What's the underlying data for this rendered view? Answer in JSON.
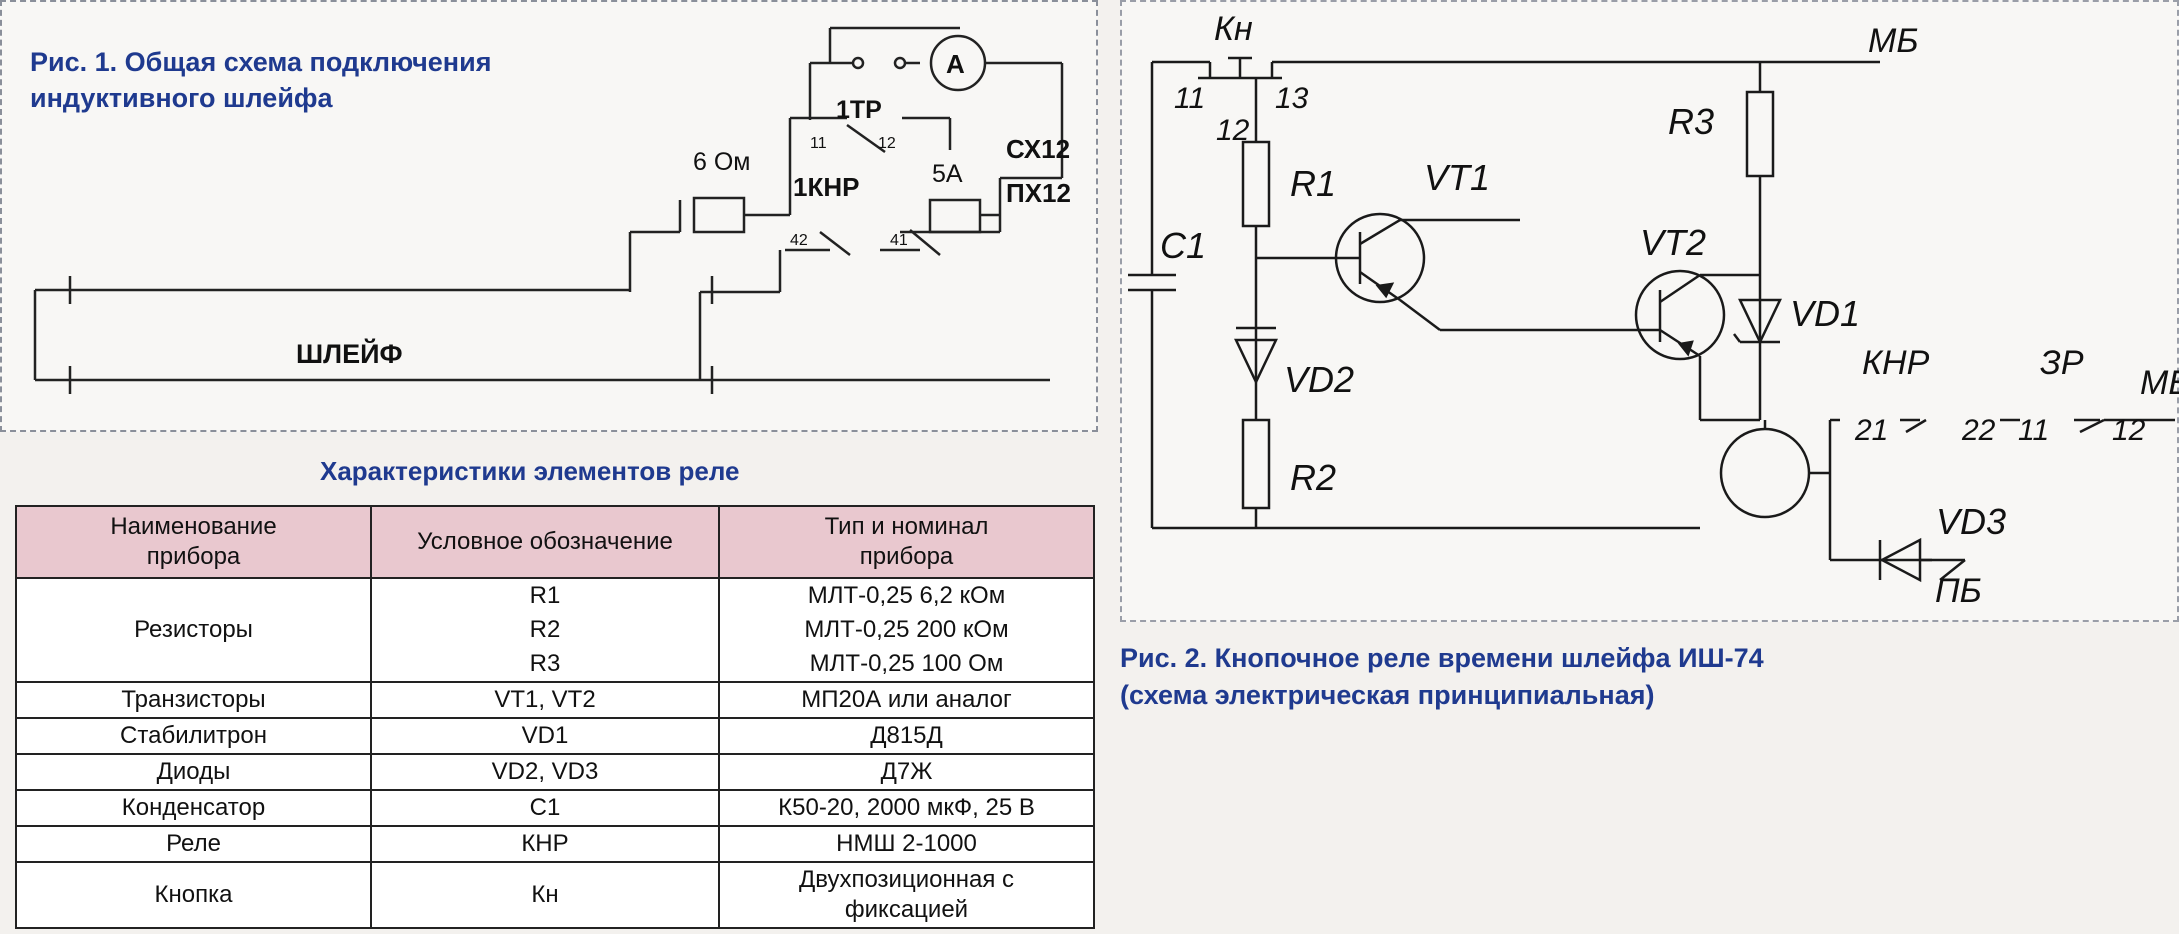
{
  "figure1": {
    "caption_line1": "Рис. 1. Общая схема подключения",
    "caption_line2": "индуктивного шлейфа",
    "labels": {
      "relay_1tr": "1ТР",
      "ammeter": "А",
      "pin_11": "11",
      "pin_12": "12",
      "cx12": "СХ12",
      "px12": "ПХ12",
      "resistor_6ohm": "6 Ом",
      "relay_1knr": "1КНР",
      "fuse_5a": "5А",
      "pin_42": "42",
      "pin_41": "41",
      "loop": "ШЛЕЙФ"
    }
  },
  "figure2": {
    "caption_line1": "Рис. 2. Кнопочное реле времени шлейфа ИШ-74",
    "caption_line2": "(схема электрическая принципиальная)",
    "labels": {
      "kn": "Кн",
      "mb_top": "МБ",
      "n11": "11",
      "n13": "13",
      "n12": "12",
      "r1": "R1",
      "r2": "R2",
      "r3": "R3",
      "c1": "C1",
      "vt1": "VT1",
      "vt2": "VT2",
      "vd1": "VD1",
      "vd2": "VD2",
      "vd3": "VD3",
      "knr": "КНР",
      "zr": "ЗР",
      "mb_right": "МБ",
      "n21": "21",
      "n22": "22",
      "n11b": "11",
      "n12b": "12",
      "pb": "ПБ"
    }
  },
  "table": {
    "title": "Характеристики элементов реле",
    "headers": {
      "name_l1": "Наименование",
      "name_l2": "прибора",
      "designation": "Условное обозначение",
      "type_l1": "Тип и номинал",
      "type_l2": "прибора"
    },
    "rows": {
      "resistors": "Резисторы",
      "r1": "R1",
      "r1_type": "МЛТ-0,25  6,2 кОм",
      "r2": "R2",
      "r2_type": "МЛТ-0,25  200 кОм",
      "r3": "R3",
      "r3_type": "МЛТ-0,25  100 Ом",
      "transistors": "Транзисторы",
      "transistors_des": "VT1, VT2",
      "transistors_type": "МП20А или аналог",
      "zener": "Стабилитрон",
      "zener_des": "VD1",
      "zener_type": "Д815Д",
      "diodes": "Диоды",
      "diodes_des": "VD2, VD3",
      "diodes_type": "Д7Ж",
      "capacitor": "Конденсатор",
      "capacitor_des": "C1",
      "capacitor_type": "К50-20, 2000 мкФ, 25 В",
      "relay": "Реле",
      "relay_des": "КНР",
      "relay_type": "НМШ 2-1000",
      "button": "Кнопка",
      "button_des": "Кн",
      "button_type_l1": "Двухпозиционная с",
      "button_type_l2": "фиксацией"
    }
  }
}
